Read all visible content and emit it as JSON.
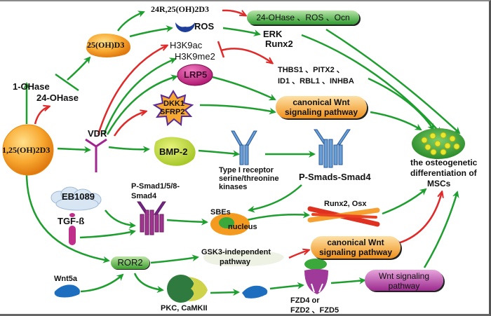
{
  "nodes": {
    "calcitriol": "1,25(OH)2D3",
    "one_ohase": "1-OHase",
    "twentyfour_ohase": "24-OHase",
    "calcidiol": "25(OH)D3",
    "r24_25": "24R,25(OH)2D3",
    "ros": "ROS",
    "ohase_ros_ocn": "24-OHase 、ROS 、Ocn",
    "erk_runx2": [
      "ERK",
      "Runx2"
    ],
    "h3k9ac": "H3K9ac",
    "h3k9me2": "H3K9me2",
    "genes": [
      "THBS1 、PITX2 、",
      "ID1 、RBL1 、INHBA"
    ],
    "lrp5": "LRP5",
    "dkk1_sfrp2": [
      "DKK1",
      "SFRP2"
    ],
    "canonical_wnt_top": [
      "canonical Wnt",
      "signaling pathway"
    ],
    "vdr": "VDR",
    "bmp2": "BMP-2",
    "type1_receptor": [
      "Type I receptor",
      "serine/threonine",
      "kinases"
    ],
    "p_smads_smad4": "P-Smads-Smad4",
    "msc_outcome": [
      "the osteogenetic",
      "differentiation of",
      "MSCs"
    ],
    "eb1089": "EB1089",
    "p_smad158": [
      "P-Smad1/5/8-",
      "Smad4"
    ],
    "tgfb": "TGF-ß",
    "sbes": "SBEs",
    "nucleus": "nucleus",
    "runx2_osx": "Runx2, Osx",
    "ror2": "ROR2",
    "gsk3": [
      "GSK3-independent",
      "pathway"
    ],
    "canonical_wnt_bottom": [
      "canonical Wnt",
      "signaling pathway"
    ],
    "wnt5a": "Wnt5a",
    "pkc_camkii": "PKC, CaMKII",
    "fzd": [
      "FZD4 or",
      "FZD2 、FZD5"
    ],
    "wnt_signaling": [
      "Wnt signaling",
      "pathway"
    ]
  },
  "colors": {
    "activation_arrow": "#1e9e2e",
    "red_arrow": "#e02a2a",
    "orange_node": "#f39a1f",
    "green_node": "#4cae3a",
    "purple_node": "#9c2a8e",
    "magenta_node": "#d23488",
    "blue_receptor": "#5b8fc9",
    "vdr_purple": "#a0258f"
  }
}
